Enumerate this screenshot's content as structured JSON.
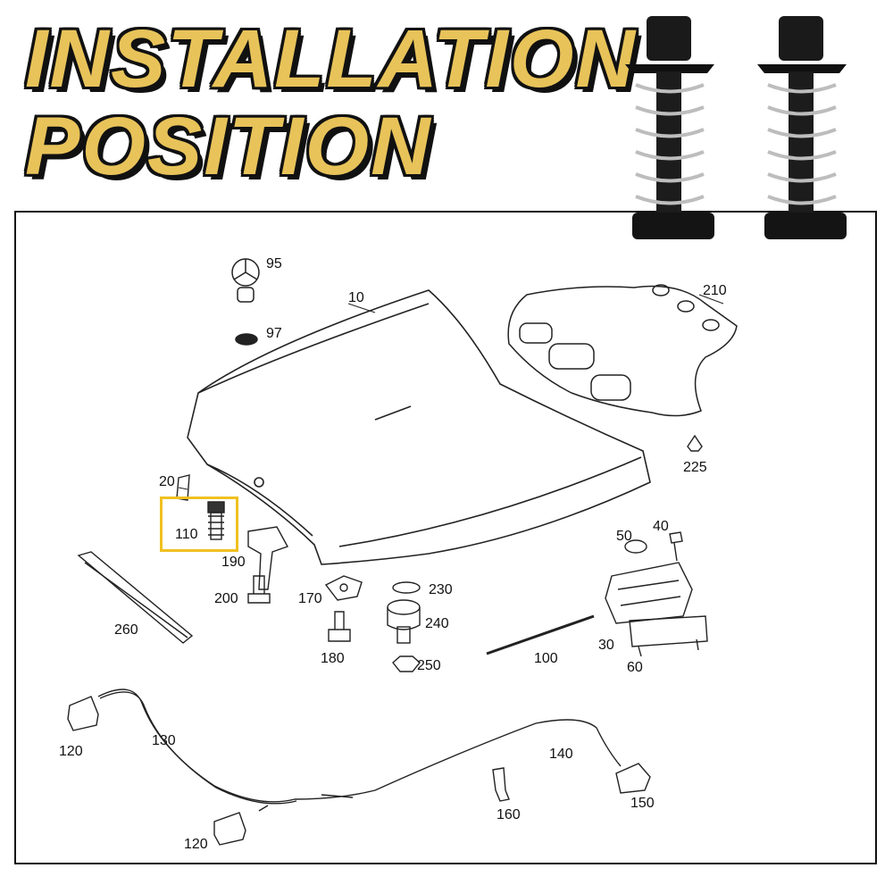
{
  "title": {
    "line1": "INSTALLATION",
    "line2": "POSITION"
  },
  "colors": {
    "title_fill": "#e8c35a",
    "title_outline": "#111111",
    "highlight": "#f0c020"
  },
  "highlighted_part": "110",
  "part_labels": {
    "p10": "10",
    "p20": "20",
    "p30": "30",
    "p40": "40",
    "p50": "50",
    "p60": "60",
    "p95": "95",
    "p97": "97",
    "p100": "100",
    "p110": "110",
    "p120a": "120",
    "p120b": "120",
    "p130": "130",
    "p140": "140",
    "p150": "150",
    "p160": "160",
    "p170": "170",
    "p180": "180",
    "p190": "190",
    "p200": "200",
    "p210": "210",
    "p225": "225",
    "p230": "230",
    "p240": "240",
    "p250": "250",
    "p260": "260"
  }
}
